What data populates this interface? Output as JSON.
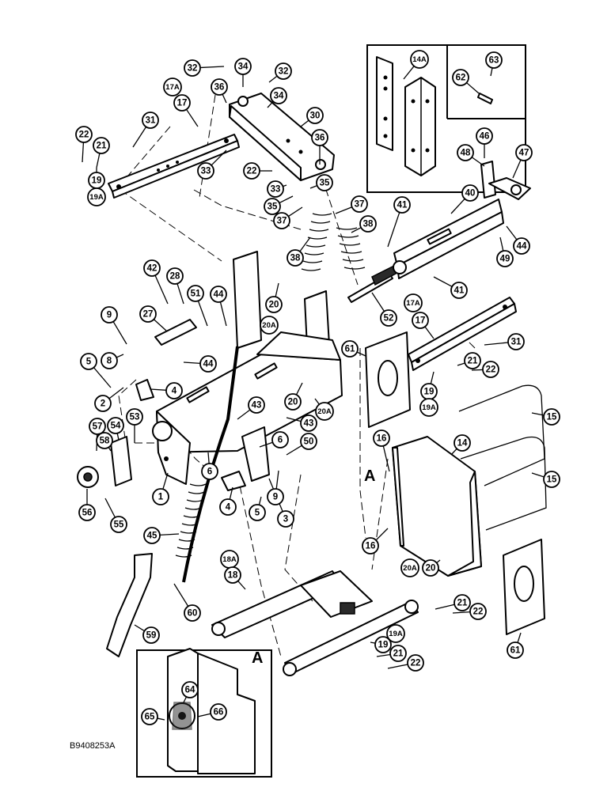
{
  "figure": {
    "code": "B9408253A"
  },
  "views": {
    "detail_letter": "A"
  },
  "callouts": {
    "c1": "1",
    "c2": "2",
    "c3": "3",
    "c4a": "4",
    "c4b": "4",
    "c5a": "5",
    "c5b": "5",
    "c6a": "6",
    "c6b": "6",
    "c8": "8",
    "c9a": "9",
    "c9b": "9",
    "c14": "14",
    "c14A": "14A",
    "c15a": "15",
    "c15b": "15",
    "c16a": "16",
    "c16b": "16",
    "c17a": "17",
    "c17Aa": "17A",
    "c17b": "17",
    "c17Ab": "17A",
    "c18": "18",
    "c18A": "18A",
    "c19a": "19",
    "c19Aa": "19A",
    "c19b": "19",
    "c19Ab": "19A",
    "c19c": "19",
    "c19Ac": "19A",
    "c20a": "20",
    "c20Aa": "20A",
    "c20b": "20",
    "c20Ab": "20A",
    "c20c": "20",
    "c20Ac": "20A",
    "c21a": "21",
    "c21b": "21",
    "c21c": "21",
    "c21d": "21",
    "c22a": "22",
    "c22b": "22",
    "c22c": "22",
    "c22d": "22",
    "c22e": "22",
    "c27": "27",
    "c28": "28",
    "c30": "30",
    "c31a": "31",
    "c31b": "31",
    "c32a": "32",
    "c32b": "32",
    "c33a": "33",
    "c33b": "33",
    "c34a": "34",
    "c34b": "34",
    "c35a": "35",
    "c35b": "35",
    "c36a": "36",
    "c36b": "36",
    "c37a": "37",
    "c37b": "37",
    "c38a": "38",
    "c38b": "38",
    "c40": "40",
    "c41a": "41",
    "c41b": "41",
    "c42": "42",
    "c43a": "43",
    "c43b": "43",
    "c44a": "44",
    "c44b": "44",
    "c44c": "44",
    "c45": "45",
    "c46": "46",
    "c47": "47",
    "c48": "48",
    "c49": "49",
    "c50": "50",
    "c51": "51",
    "c52": "52",
    "c53": "53",
    "c54": "54",
    "c55": "55",
    "c56": "56",
    "c57": "57",
    "c58": "58",
    "c59": "59",
    "c60": "60",
    "c61a": "61",
    "c61b": "61",
    "c62": "62",
    "c63": "63",
    "c64": "64",
    "c65": "65",
    "c66": "66"
  }
}
